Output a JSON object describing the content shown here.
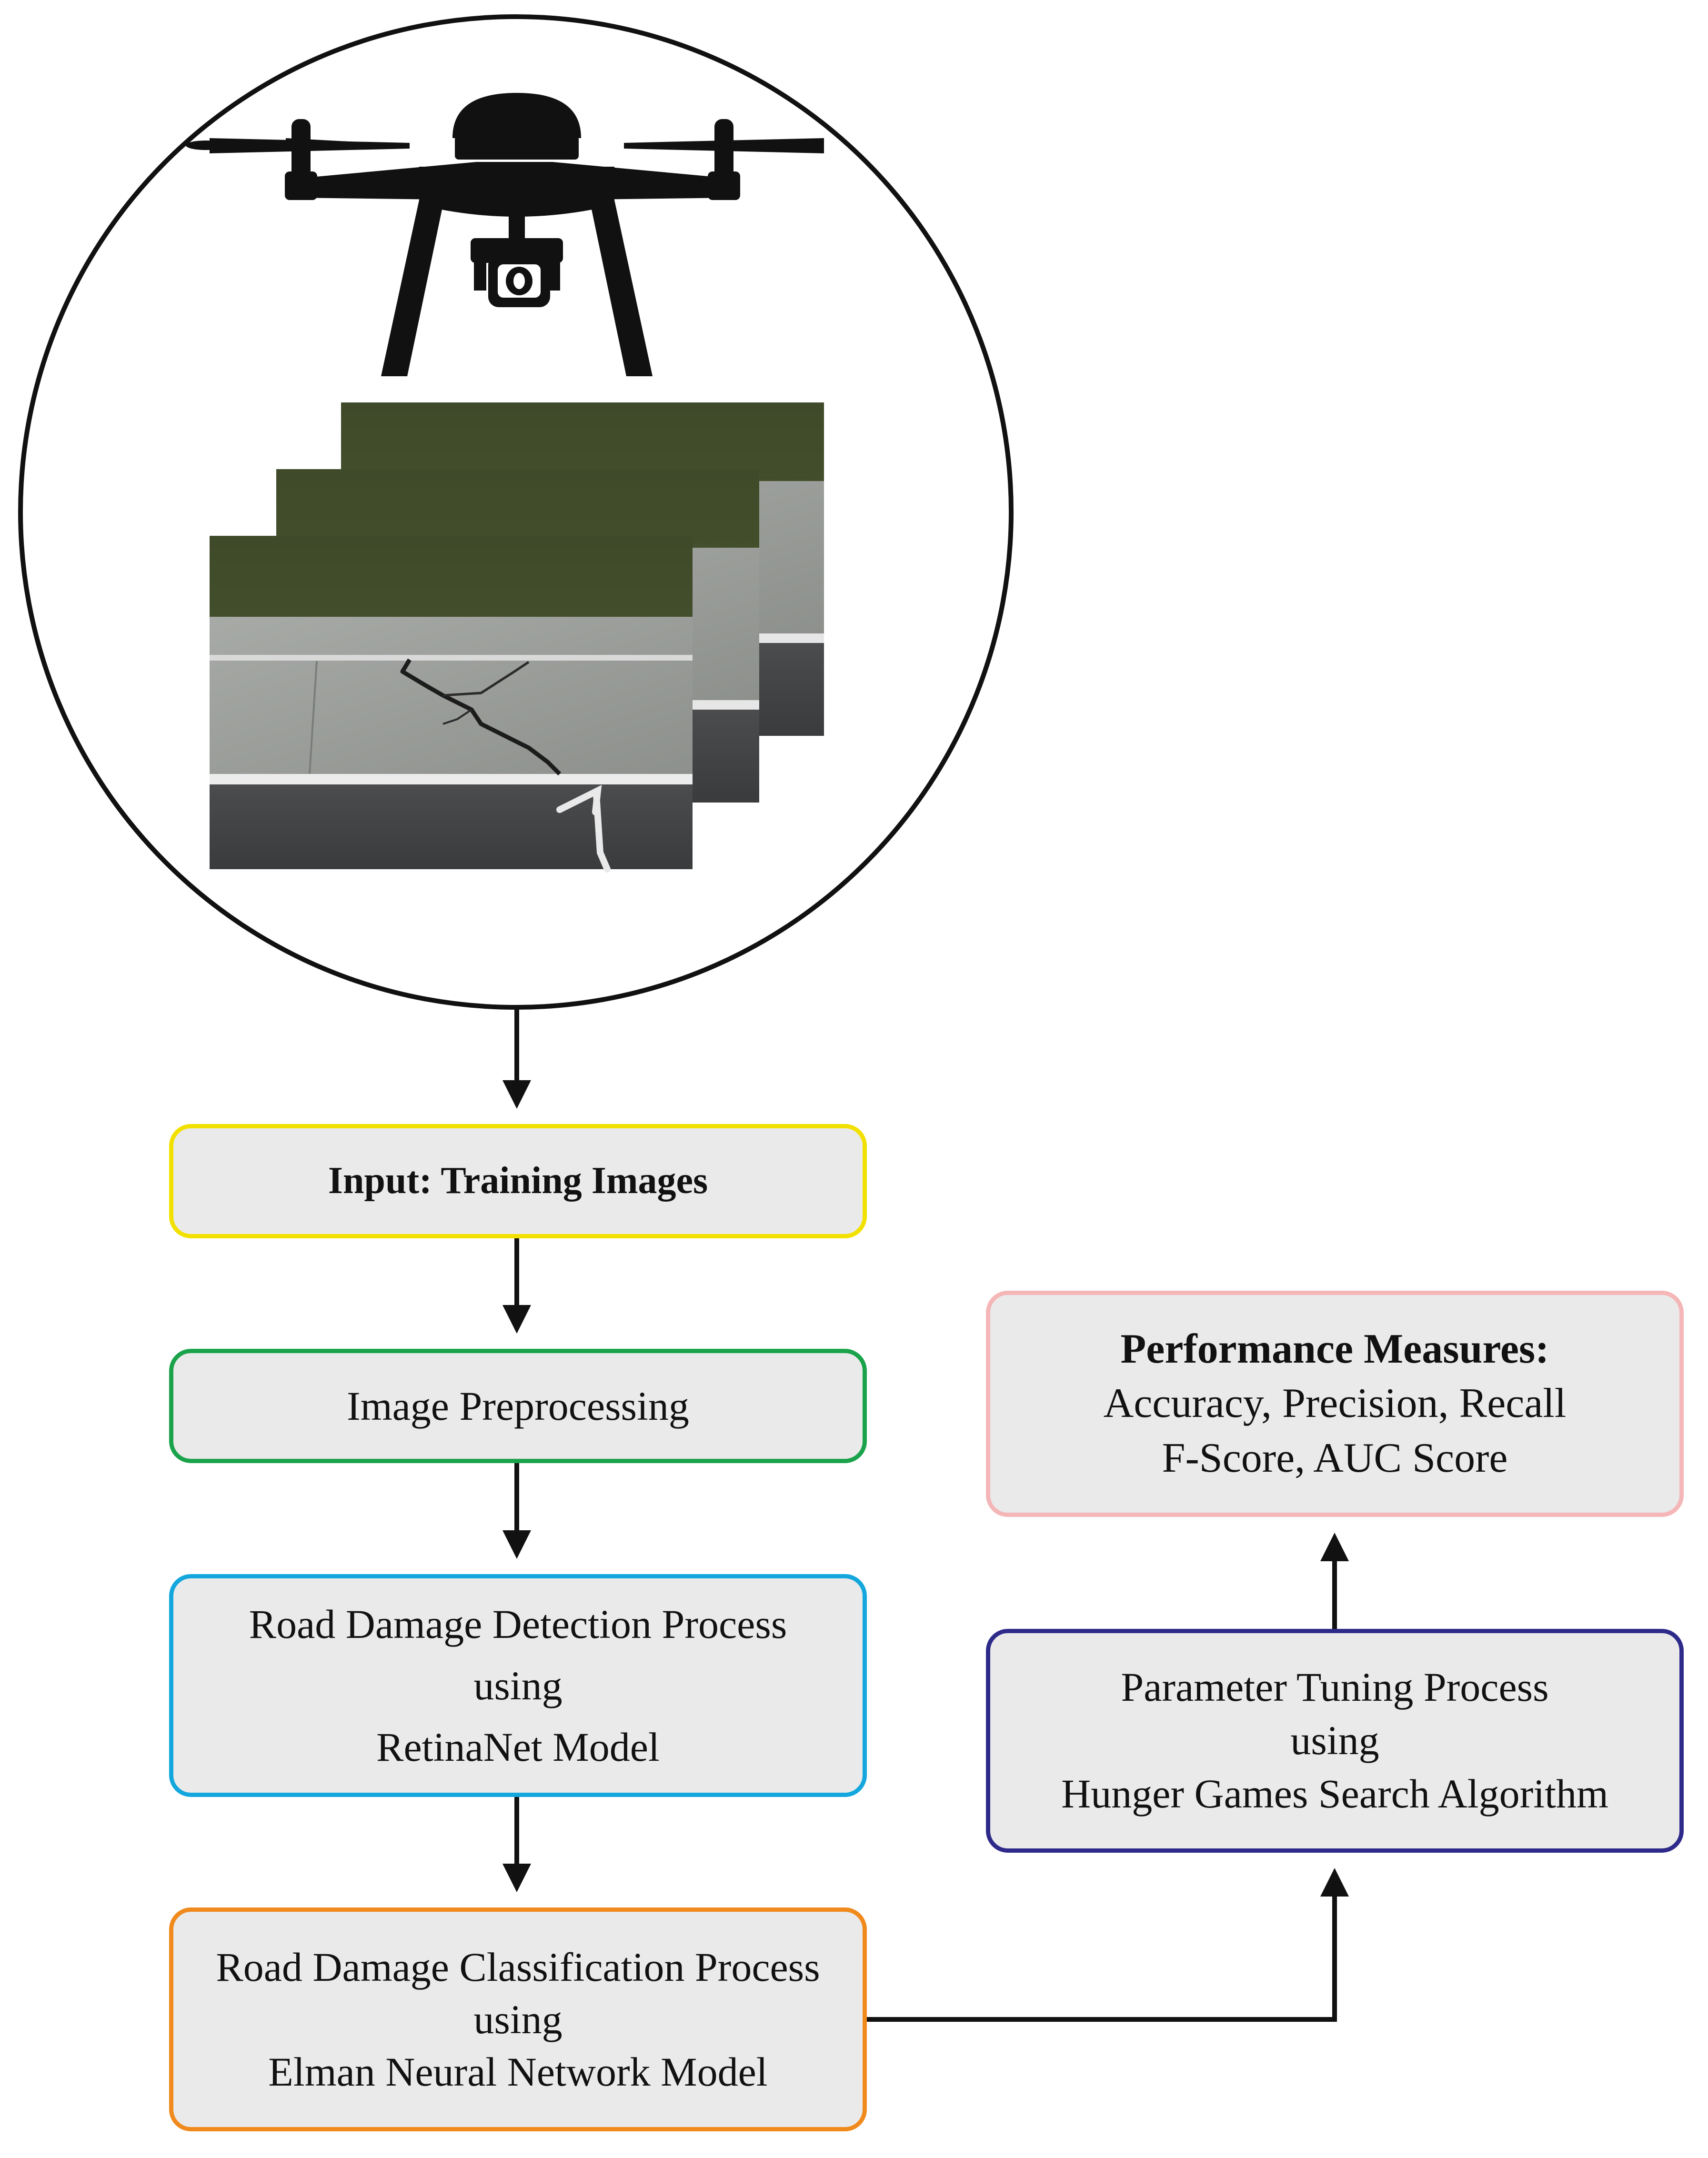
{
  "colors": {
    "input": "#f2e100",
    "preprocessing": "#1aa34a",
    "detection": "#13a7dd",
    "classification": "#f08a1c",
    "performance": "#f4b6b6",
    "tuning": "#2e2a8a",
    "box_fill": "#eaeaea",
    "arrow": "#111111"
  },
  "illustration": {
    "drone_icon": "drone-icon",
    "images_icon": "road-crack-photo-stack"
  },
  "nodes": {
    "input": {
      "lines": [
        "Input: Training Images"
      ]
    },
    "preprocessing": {
      "lines": [
        "Image Preprocessing"
      ]
    },
    "detection": {
      "lines": [
        "Road Damage Detection Process",
        "using",
        "RetinaNet Model"
      ]
    },
    "classification": {
      "lines": [
        "Road Damage Classification Process",
        "using",
        "Elman Neural Network Model"
      ]
    },
    "tuning": {
      "lines": [
        "Parameter Tuning Process",
        "using",
        "Hunger Games Search Algorithm"
      ]
    },
    "performance": {
      "title": "Performance Measures:",
      "lines": [
        "Accuracy, Precision, Recall",
        "F-Score, AUC Score"
      ]
    }
  }
}
